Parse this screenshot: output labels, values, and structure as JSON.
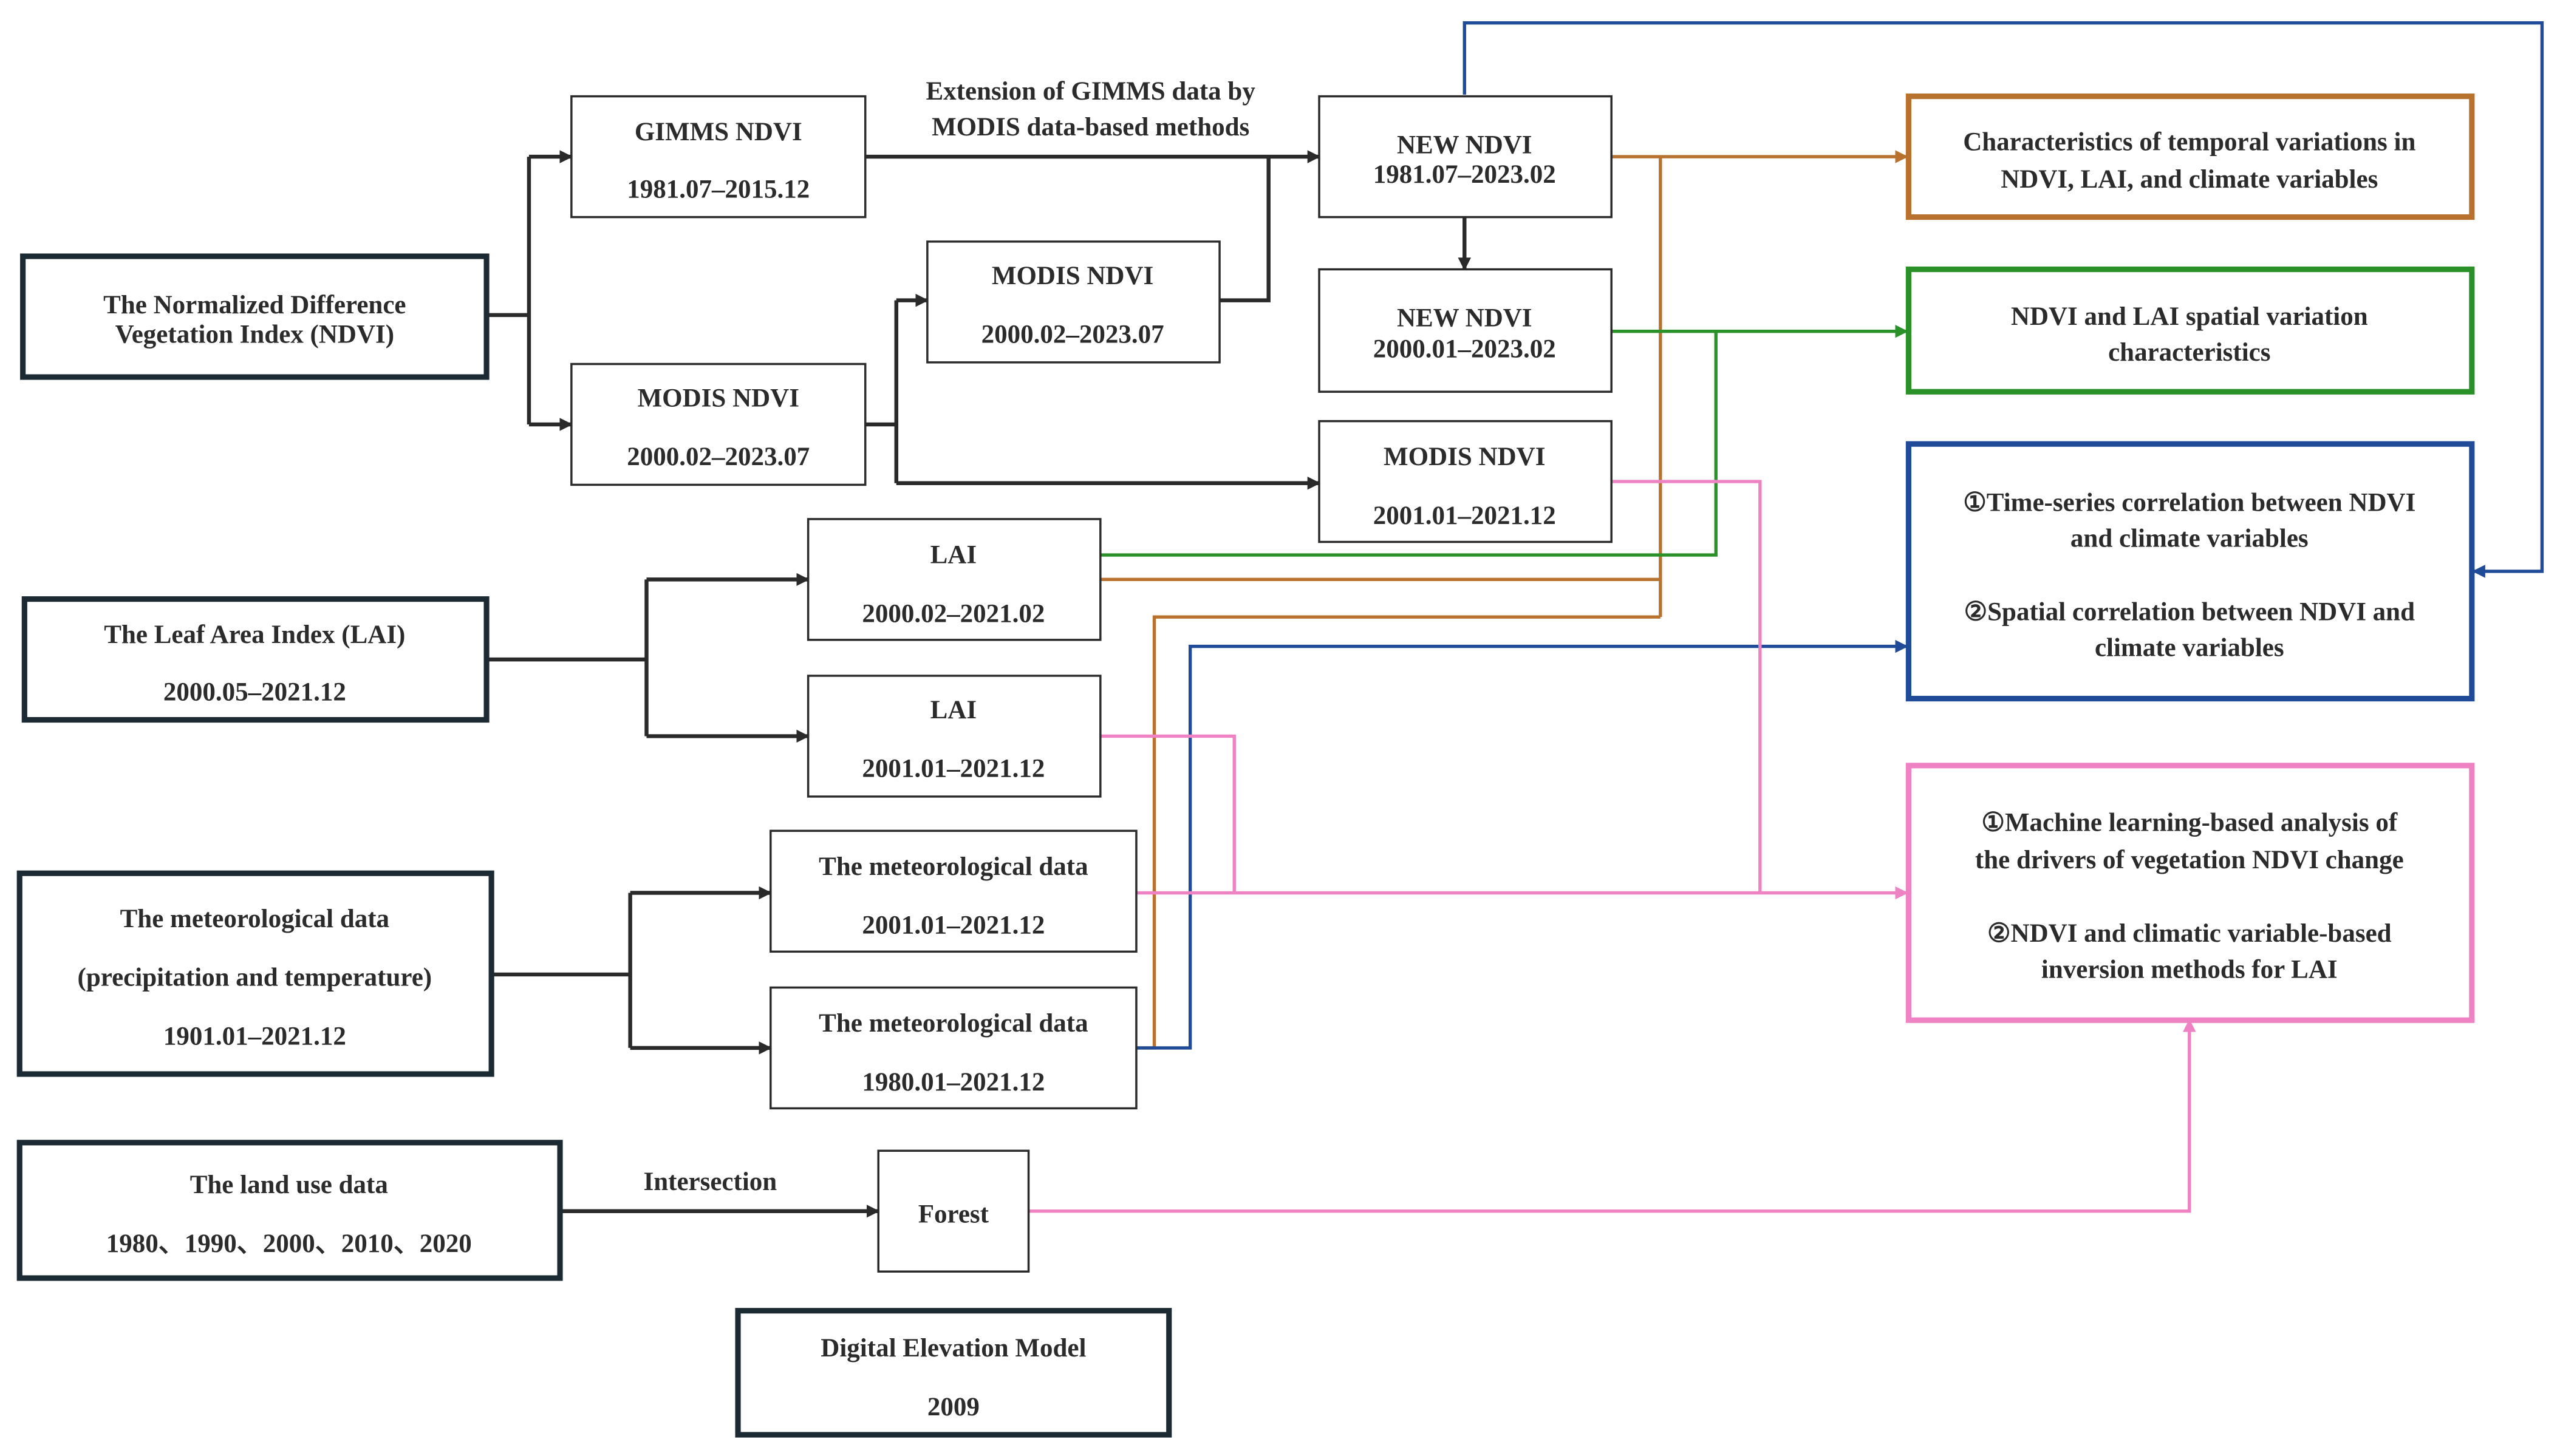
{
  "colors": {
    "black": "#2a2a2a",
    "orange": "#b8722e",
    "green": "#2a9128",
    "blue": "#1f4b99",
    "pink": "#ee82c2"
  },
  "sources": {
    "ndvi": {
      "line1": "The Normalized Difference",
      "line2": "Vegetation Index (NDVI)"
    },
    "lai": {
      "title": "The Leaf Area Index (LAI)",
      "period": "2000.05–2021.12"
    },
    "met": {
      "title": "The meteorological data",
      "sub": "(precipitation and temperature)",
      "period": "1901.01–2021.12"
    },
    "landuse": {
      "title": "The land use data",
      "years": "1980、1990、2000、2010、2020"
    },
    "dem": {
      "title": "Digital Elevation Model",
      "year": "2009"
    }
  },
  "intermediate": {
    "gimms": {
      "title": "GIMMS NDVI",
      "period": "1981.07–2015.12"
    },
    "modis_a": {
      "title": "MODIS NDVI",
      "period": "2000.02–2023.07"
    },
    "modis_b": {
      "title": "MODIS NDVI",
      "period": "2000.02–2023.07"
    },
    "new1": {
      "title": "NEW NDVI",
      "period": "1981.07–2023.02"
    },
    "new2": {
      "title": "NEW NDVI",
      "period": "2000.01–2023.02"
    },
    "modis_c": {
      "title": "MODIS NDVI",
      "period": "2001.01–2021.12"
    },
    "lai1": {
      "title": "LAI",
      "period": "2000.02–2021.02"
    },
    "lai2": {
      "title": "LAI",
      "period": "2001.01–2021.12"
    },
    "met1": {
      "title": "The meteorological data",
      "period": "2001.01–2021.12"
    },
    "met2": {
      "title": "The meteorological data",
      "period": "1980.01–2021.12"
    },
    "forest": {
      "title": "Forest"
    }
  },
  "edge_labels": {
    "extension_line1": "Extension of GIMMS data by",
    "extension_line2": "MODIS data-based methods",
    "intersection": "Intersection"
  },
  "outputs": {
    "temporal": {
      "line1": "Characteristics of temporal variations in",
      "line2": "NDVI, LAI, and climate variables"
    },
    "spatial": {
      "line1": "NDVI and LAI spatial variation",
      "line2": "characteristics"
    },
    "correlation": {
      "a1": "①Time-series correlation between NDVI",
      "a2": "and climate variables",
      "b1": "②Spatial correlation between NDVI and",
      "b2": "climate variables"
    },
    "ml": {
      "a1": "①Machine learning-based analysis of",
      "a2": "the drivers of vegetation NDVI change",
      "b1": "②NDVI and climatic variable-based",
      "b2": "inversion methods for LAI"
    }
  }
}
